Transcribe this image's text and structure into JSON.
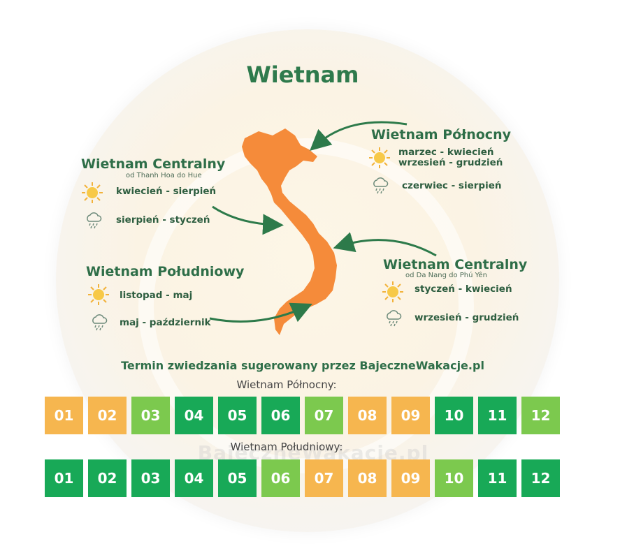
{
  "title": "Wietnam",
  "watermark": "BajeczneWakacje.pl",
  "regions": {
    "north": {
      "name": "Wietnam Północny",
      "sun_line1": "marzec - kwiecień",
      "sun_line2": "wrzesień - grudzień",
      "rain": "czerwiec - sierpień"
    },
    "central_left": {
      "name": "Wietnam Centralny",
      "sub": "od Thanh Hoa do Hue",
      "sun": "kwiecień - sierpień",
      "rain": "sierpień - styczeń"
    },
    "central_right": {
      "name": "Wietnam Centralny",
      "sub": "od Da Nang do Phú Yên",
      "sun": "styczeń - kwiecień",
      "rain": "wrzesień - grudzień"
    },
    "south": {
      "name": "Wietnam Południowy",
      "sun": "listopad - maj",
      "rain": "maj - październik"
    }
  },
  "schedule": {
    "heading": "Termin zwiedzania sugerowany przez BajeczneWakacje.pl",
    "north_label": "Wietnam Północny:",
    "south_label": "Wietnam Południowy:",
    "north_months": [
      {
        "label": "01",
        "color": "#f6b64f"
      },
      {
        "label": "02",
        "color": "#f6b64f"
      },
      {
        "label": "03",
        "color": "#7cc94e"
      },
      {
        "label": "04",
        "color": "#18a957"
      },
      {
        "label": "05",
        "color": "#18a957"
      },
      {
        "label": "06",
        "color": "#18a957"
      },
      {
        "label": "07",
        "color": "#7cc94e"
      },
      {
        "label": "08",
        "color": "#f6b64f"
      },
      {
        "label": "09",
        "color": "#f6b64f"
      },
      {
        "label": "10",
        "color": "#18a957"
      },
      {
        "label": "11",
        "color": "#18a957"
      },
      {
        "label": "12",
        "color": "#7cc94e"
      }
    ],
    "south_months": [
      {
        "label": "01",
        "color": "#18a957"
      },
      {
        "label": "02",
        "color": "#18a957"
      },
      {
        "label": "03",
        "color": "#18a957"
      },
      {
        "label": "04",
        "color": "#18a957"
      },
      {
        "label": "05",
        "color": "#18a957"
      },
      {
        "label": "06",
        "color": "#7cc94e"
      },
      {
        "label": "07",
        "color": "#f6b64f"
      },
      {
        "label": "08",
        "color": "#f6b64f"
      },
      {
        "label": "09",
        "color": "#f6b64f"
      },
      {
        "label": "10",
        "color": "#7cc94e"
      },
      {
        "label": "11",
        "color": "#18a957"
      },
      {
        "label": "12",
        "color": "#18a957"
      }
    ]
  },
  "icons": {
    "sun": "sun-icon",
    "rain": "rain-cloud-icon",
    "map": "vietnam-map",
    "arrow": "curved-arrow-icon"
  }
}
